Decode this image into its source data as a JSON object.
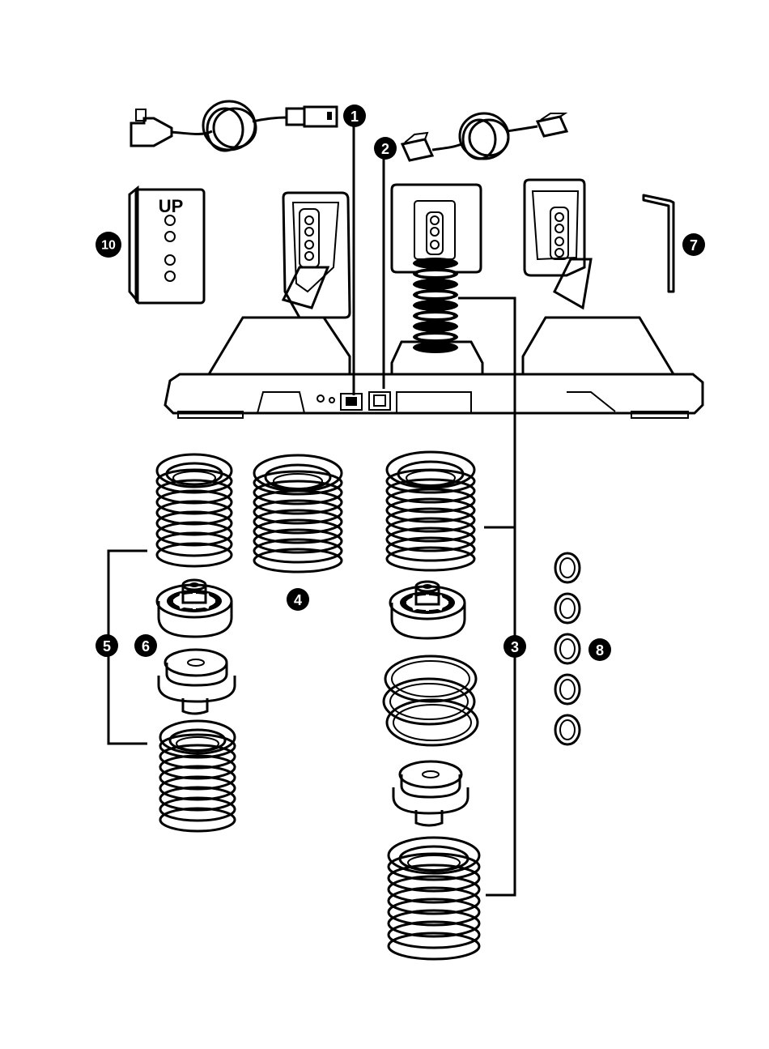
{
  "labels": {
    "usb_cable": "1",
    "rj12_cable": "2",
    "brake_spring_kit": "3",
    "spring_4": "4",
    "spring_kit_5": "5",
    "part_6": "6",
    "allen_key": "7",
    "o_rings": "8",
    "template": "10"
  },
  "template_card": {
    "title": "UP"
  }
}
